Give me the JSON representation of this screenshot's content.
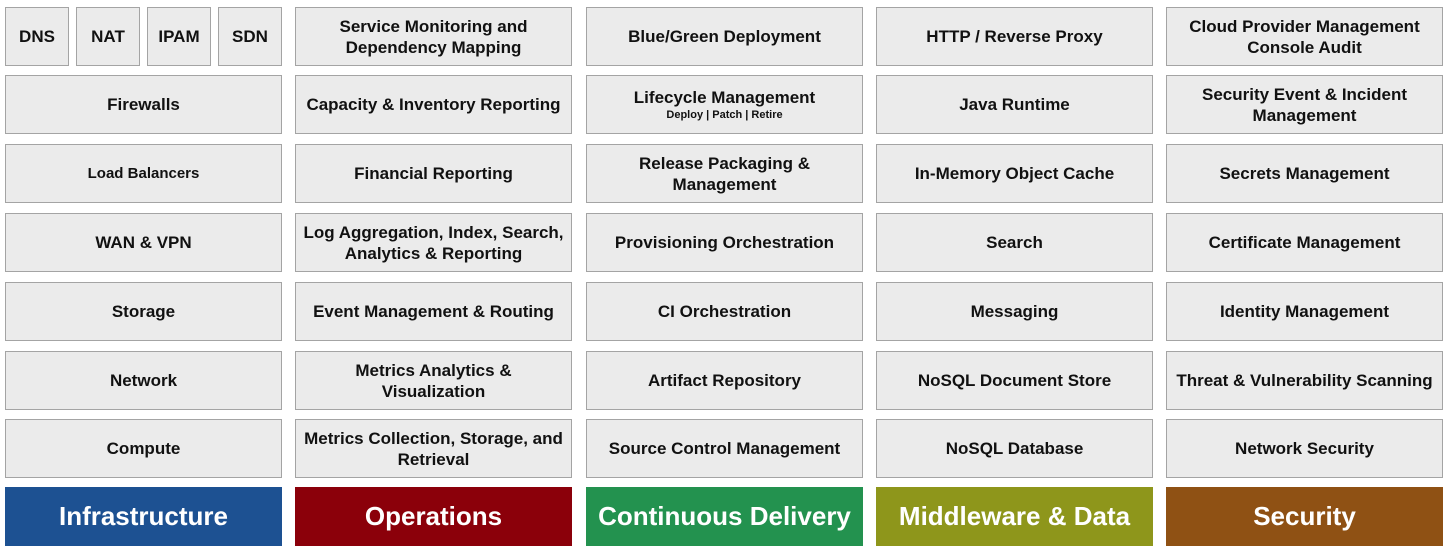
{
  "columns": [
    {
      "title": "Infrastructure",
      "color": "#1d5192",
      "top_items": [
        "DNS",
        "NAT",
        "IPAM",
        "SDN"
      ],
      "items": [
        {
          "label": "Firewalls"
        },
        {
          "label": "Load Balancers"
        },
        {
          "label": "WAN & VPN"
        },
        {
          "label": "Storage"
        },
        {
          "label": "Network"
        },
        {
          "label": "Compute"
        }
      ]
    },
    {
      "title": "Operations",
      "color": "#8b000a",
      "items": [
        {
          "label": "Service Monitoring and Dependency Mapping"
        },
        {
          "label": "Capacity & Inventory Reporting"
        },
        {
          "label": "Financial Reporting"
        },
        {
          "label": "Log Aggregation, Index, Search, Analytics & Reporting"
        },
        {
          "label": "Event Management & Routing"
        },
        {
          "label": "Metrics Analytics & Visualization"
        },
        {
          "label": "Metrics Collection, Storage, and  Retrieval"
        }
      ]
    },
    {
      "title": "Continuous Delivery",
      "color": "#23924f",
      "items": [
        {
          "label": "Blue/Green Deployment"
        },
        {
          "label": "Lifecycle Management",
          "sub": "Deploy | Patch | Retire"
        },
        {
          "label": "Release Packaging & Management"
        },
        {
          "label": "Provisioning Orchestration"
        },
        {
          "label": "CI Orchestration"
        },
        {
          "label": "Artifact Repository"
        },
        {
          "label": "Source Control Management"
        }
      ]
    },
    {
      "title": "Middleware & Data",
      "color": "#8e961b",
      "items": [
        {
          "label": "HTTP / Reverse Proxy"
        },
        {
          "label": "Java Runtime"
        },
        {
          "label": "In-Memory Object Cache"
        },
        {
          "label": "Search"
        },
        {
          "label": "Messaging"
        },
        {
          "label": "NoSQL Document Store"
        },
        {
          "label": "NoSQL Database"
        }
      ]
    },
    {
      "title": "Security",
      "color": "#8f5114",
      "items": [
        {
          "label": "Cloud Provider Management Console Audit"
        },
        {
          "label": "Security Event & Incident Management"
        },
        {
          "label": "Secrets Management"
        },
        {
          "label": "Certificate Management"
        },
        {
          "label": "Identity Management"
        },
        {
          "label": "Threat & Vulnerability Scanning"
        },
        {
          "label": "Network Security"
        }
      ]
    }
  ]
}
